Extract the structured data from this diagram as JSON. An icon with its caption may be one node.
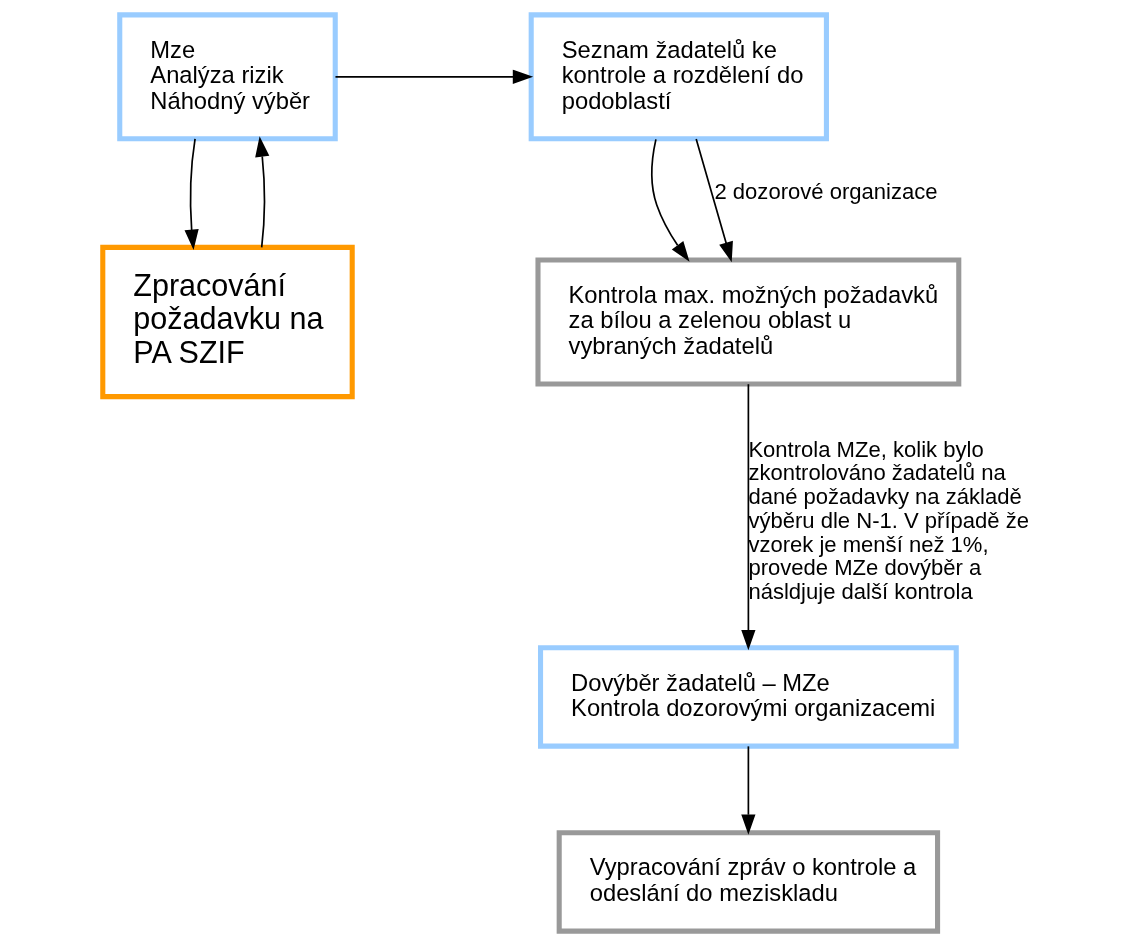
{
  "diagram": {
    "nodes": [
      {
        "text": [
          "Mze",
          "Analýza rizik",
          "Náhodný výběr"
        ]
      },
      {
        "text": [
          "Seznam žadatelů ke kontrole a rozdělení do podoblastí"
        ]
      },
      {
        "text": [
          "Kontrola max. možných požadavků za bílou a zelenou oblast u vybraných žadatelů"
        ]
      },
      {
        "text": [
          "Dovýběr žadatelů – MZe",
          "Kontrola dozorovými organizacemi"
        ]
      },
      {
        "text": [
          "Vypracování zpráv o kontrole a odeslání do meziskladu"
        ]
      },
      {
        "text": [
          "Zpracování požadavku na PA SZIF"
        ]
      }
    ],
    "edges": [
      {
        "from": 0,
        "to": 1,
        "arrow": "to"
      },
      {
        "from": 0,
        "to": 5,
        "arrow": "to"
      },
      {
        "from": 5,
        "to": 0,
        "arrow": "to"
      },
      {
        "from": 1,
        "to": 2,
        "arrow": "to"
      },
      {
        "from": 1,
        "to": 2,
        "label": "2 dozorové organizace",
        "arrow": "to"
      },
      {
        "from": 2,
        "to": 3,
        "label": "Kontrola MZe, kolik bylo zkontrolováno žadatelů na dané požadavky na základě výběru dle N-1. V případě že vzorek je menší než 1%, provede MZe dovýběr a násldjuje další kontrola",
        "arrow": "to"
      },
      {
        "from": 3,
        "to": 4,
        "arrow": "to"
      }
    ]
  }
}
